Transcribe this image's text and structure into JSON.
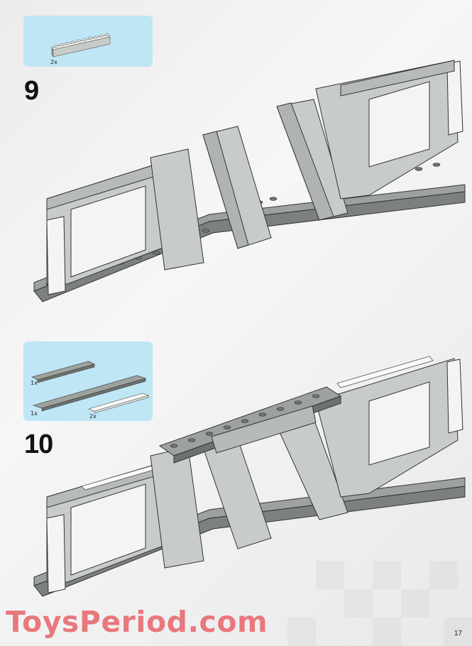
{
  "steps": [
    {
      "number": "9",
      "parts": [
        {
          "qty": "2x",
          "part": "1x10 light grey brick"
        }
      ]
    },
    {
      "number": "10",
      "parts": [
        {
          "qty": "1x",
          "part": "2x8 dark grey plate"
        },
        {
          "qty": "1x",
          "part": "2x12 dark grey plate"
        },
        {
          "qty": "2x",
          "part": "1x6 white tile"
        }
      ]
    }
  ],
  "page_number": "17",
  "watermark": "ToysPeriod.com",
  "colors": {
    "parts_box": "#bfe6f5",
    "light_grey": "#c8ccc8",
    "dark_grey": "#7d817e",
    "white_part": "#f4f4f4",
    "watermark": "#e8787d"
  }
}
